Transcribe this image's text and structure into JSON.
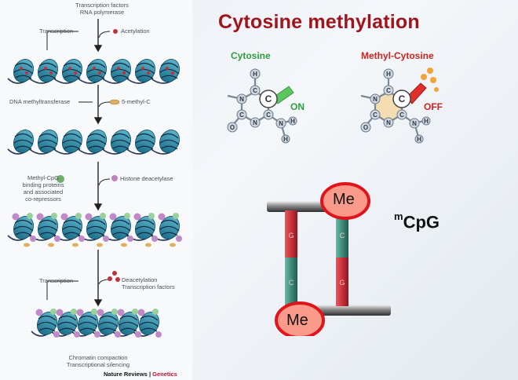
{
  "title": "Cytosine methylation",
  "left_panel": {
    "tf_label_1": "Transcription factors",
    "tf_label_2": "RNA polymerase",
    "transcription_1": "Transcription",
    "acetylation": "Acetylation",
    "dnmt": "DNA methyltransferase",
    "methyl_c": "5-methyl-C",
    "mecpg_1": "Methyl-CpG",
    "mecpg_2": "binding proteins",
    "mecpg_3": "and associated",
    "mecpg_4": "co-repressors",
    "hdac": "Histone deacetylase",
    "transcription_2": "Transcription",
    "deacetylation": "Deacetylation",
    "tf_removed": "Transcription factors",
    "compaction_1": "Chromatin compaction",
    "compaction_2": "Transcriptional silencing",
    "credit_journal": "Nature Reviews",
    "credit_sep": " | ",
    "credit_section": "Genetics"
  },
  "cytosine": {
    "label": "Cytosine",
    "state": "ON",
    "atoms": [
      "H",
      "C",
      "C",
      "N",
      "C",
      "C",
      "N",
      "O",
      "N",
      "H",
      "H"
    ]
  },
  "methyl_cytosine": {
    "label": "Methyl-Cytosine",
    "state": "OFF",
    "atoms": [
      "H",
      "C",
      "C",
      "N",
      "C",
      "C",
      "N",
      "O",
      "N",
      "H",
      "H"
    ]
  },
  "mcpg": {
    "superscript": "m",
    "text": "CpG",
    "me_top": "Me",
    "me_bottom": "Me",
    "strand_left": [
      "G",
      "C"
    ],
    "strand_right": [
      "C",
      "G"
    ]
  },
  "colors": {
    "title": "#a0141c",
    "cytosine_label": "#2e9e3e",
    "methyl_label": "#d0231e",
    "dna_red": "#c8303a",
    "dna_teal": "#3e8c7a",
    "me_ring": "#e0141c",
    "me_fill": "#fa9a8a"
  }
}
